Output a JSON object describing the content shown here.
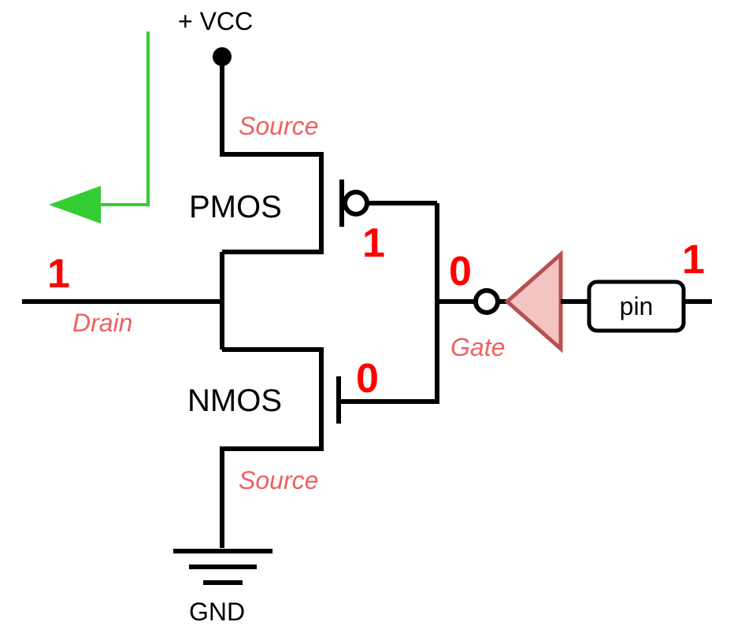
{
  "colors": {
    "wire": "#000000",
    "annotation": "#f06060",
    "logic_level": "#ff0000",
    "arrow": "#33cc33",
    "buffer_fill": "#f4c4c4",
    "buffer_stroke": "#b85050"
  },
  "supply": {
    "label": "+ VCC"
  },
  "ground": {
    "label": "GND"
  },
  "pmos": {
    "label": "PMOS",
    "source_label": "Source",
    "gate_level": "1"
  },
  "nmos": {
    "label": "NMOS",
    "source_label": "Source",
    "gate_level": "0"
  },
  "drain": {
    "label": "Drain",
    "level": "1"
  },
  "gate": {
    "label": "Gate",
    "level": "0"
  },
  "pin": {
    "label": "pin",
    "level": "1"
  },
  "icons": {
    "direction": "arrow-left-icon",
    "buffer": "inverting-buffer-icon",
    "ground": "ground-symbol-icon"
  }
}
